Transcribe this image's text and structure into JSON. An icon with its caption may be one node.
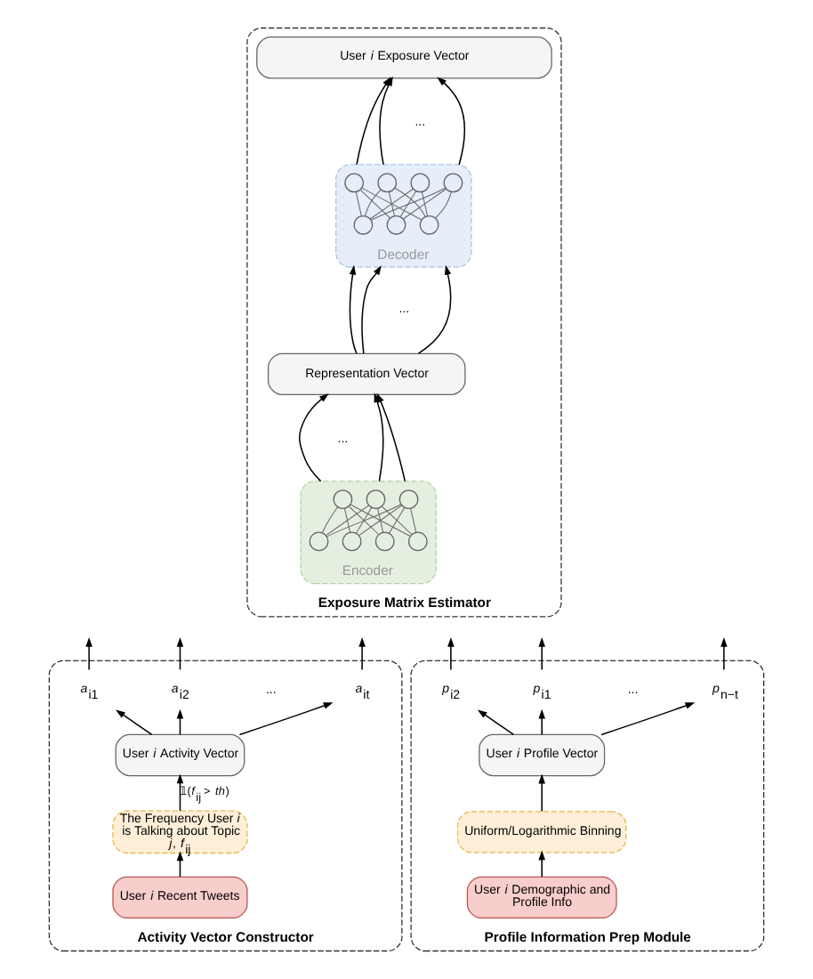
{
  "diagram": {
    "nodes": [
      {
        "text": [
          "Exposure Matrix Estimator"
        ]
      },
      {
        "text": [
          "User *i* Exposure Vector"
        ],
        "in": 0
      },
      {
        "text": [
          "Decoder"
        ],
        "in": 0
      },
      {
        "text": [],
        "shape": "circle",
        "in": 2
      },
      {
        "text": [],
        "shape": "circle",
        "in": 2
      },
      {
        "text": [],
        "shape": "circle",
        "in": 2
      },
      {
        "text": [],
        "shape": "circle",
        "in": 2
      },
      {
        "text": [],
        "shape": "circle",
        "in": 2
      },
      {
        "text": [],
        "shape": "circle",
        "in": 2
      },
      {
        "text": [],
        "shape": "circle",
        "in": 2
      },
      {
        "text": [
          "Representation Vector"
        ],
        "in": 0
      },
      {
        "text": [
          "Encoder"
        ],
        "in": 0
      },
      {
        "text": [],
        "shape": "circle",
        "in": 11
      },
      {
        "text": [],
        "shape": "circle",
        "in": 11
      },
      {
        "text": [],
        "shape": "circle",
        "in": 11
      },
      {
        "text": [],
        "shape": "circle",
        "in": 11
      },
      {
        "text": [],
        "shape": "circle",
        "in": 11
      },
      {
        "text": [],
        "shape": "circle",
        "in": 11
      },
      {
        "text": [],
        "shape": "circle",
        "in": 11
      },
      {
        "text": [
          "Activity Vector Constructor"
        ]
      },
      {
        "text": [
          "*a*$_{i1}$"
        ],
        "in": 19
      },
      {
        "text": [
          "*a*$_{i2}$"
        ],
        "in": 19
      },
      {
        "text": [
          "*a*$_{it}$"
        ],
        "in": 19
      },
      {
        "text": [
          "User *i* Activity Vector"
        ],
        "in": 19
      },
      {
        "text": [
          "The Frequency User *i* is Talking about Topic *j*, *f*$_{ij}$"
        ],
        "in": 19
      },
      {
        "text": [
          "User *i* Recent Tweets"
        ],
        "in": 19
      },
      {
        "text": [
          "Profile Information Prep Module"
        ]
      },
      {
        "text": [
          "*p*$_{i2}$"
        ],
        "in": 26
      },
      {
        "text": [
          "*p*$_{i1}$"
        ],
        "in": 26
      },
      {
        "text": [
          "*p*$_{n−t}$"
        ],
        "in": 26
      },
      {
        "text": [
          "User *i* Profile Vector"
        ],
        "in": 26
      },
      {
        "text": [
          "Uniform/Logarithmic Binning"
        ],
        "in": 26
      },
      {
        "text": [
          "User *i* Demographic and Profile Info"
        ],
        "in": 26
      }
    ],
    "edges": [
      {
        "from": 2,
        "to": 1,
        "arrow": "to",
        "color": "#000000"
      },
      {
        "from": 2,
        "to": 1,
        "arrow": "to",
        "color": "#000000"
      },
      {
        "from": 2,
        "to": 1,
        "arrow": "to",
        "color": "#000000"
      },
      {
        "from": 7,
        "to": 3,
        "arrow": "none",
        "color": "#666666"
      },
      {
        "from": 7,
        "to": 4,
        "arrow": "none",
        "color": "#666666"
      },
      {
        "from": 7,
        "to": 5,
        "arrow": "none",
        "color": "#666666"
      },
      {
        "from": 7,
        "to": 6,
        "arrow": "none",
        "color": "#666666"
      },
      {
        "from": 8,
        "to": 3,
        "arrow": "none",
        "color": "#666666"
      },
      {
        "from": 8,
        "to": 4,
        "arrow": "none",
        "color": "#666666"
      },
      {
        "from": 8,
        "to": 5,
        "arrow": "none",
        "color": "#666666"
      },
      {
        "from": 8,
        "to": 6,
        "arrow": "none",
        "color": "#666666"
      },
      {
        "from": 9,
        "to": 3,
        "arrow": "none",
        "color": "#666666"
      },
      {
        "from": 9,
        "to": 4,
        "arrow": "none",
        "color": "#666666"
      },
      {
        "from": 9,
        "to": 5,
        "arrow": "none",
        "color": "#666666"
      },
      {
        "from": 9,
        "to": 6,
        "arrow": "none",
        "color": "#666666"
      },
      {
        "from": 10,
        "to": 2,
        "arrow": "to",
        "color": "#000000"
      },
      {
        "from": 10,
        "to": 2,
        "arrow": "to",
        "color": "#000000"
      },
      {
        "from": 10,
        "to": 2,
        "arrow": "to",
        "color": "#000000"
      },
      {
        "from": 11,
        "to": 10,
        "arrow": "to",
        "color": "#000000"
      },
      {
        "from": 11,
        "to": 10,
        "arrow": "to",
        "color": "#000000"
      },
      {
        "from": 11,
        "to": 10,
        "arrow": "to",
        "color": "#000000"
      },
      {
        "from": 15,
        "to": 12,
        "arrow": "none",
        "color": "#666666"
      },
      {
        "from": 15,
        "to": 13,
        "arrow": "none",
        "color": "#666666"
      },
      {
        "from": 15,
        "to": 14,
        "arrow": "none",
        "color": "#666666"
      },
      {
        "from": 16,
        "to": 12,
        "arrow": "none",
        "color": "#666666"
      },
      {
        "from": 16,
        "to": 13,
        "arrow": "none",
        "color": "#666666"
      },
      {
        "from": 16,
        "to": 14,
        "arrow": "none",
        "color": "#666666"
      },
      {
        "from": 17,
        "to": 12,
        "arrow": "none",
        "color": "#666666"
      },
      {
        "from": 17,
        "to": 13,
        "arrow": "none",
        "color": "#666666"
      },
      {
        "from": 17,
        "to": 14,
        "arrow": "none",
        "color": "#666666"
      },
      {
        "from": 18,
        "to": 12,
        "arrow": "none",
        "color": "#666666"
      },
      {
        "from": 18,
        "to": 13,
        "arrow": "none",
        "color": "#666666"
      },
      {
        "from": 18,
        "to": 14,
        "arrow": "none",
        "color": "#666666"
      },
      {
        "from": 20,
        "to": null,
        "arrow": "to",
        "color": "#000000"
      },
      {
        "from": 21,
        "to": null,
        "arrow": "to",
        "color": "#000000"
      },
      {
        "from": 22,
        "to": null,
        "arrow": "to",
        "color": "#000000"
      },
      {
        "from": 23,
        "to": 20,
        "arrow": "to",
        "color": "#000000"
      },
      {
        "from": 23,
        "to": 21,
        "arrow": "to",
        "color": "#000000"
      },
      {
        "from": 23,
        "to": 22,
        "arrow": "to",
        "color": "#000000"
      },
      {
        "from": 24,
        "to": 23,
        "arrow": "to",
        "color": "#000000",
        "label": "𝟙(*f*$_{ij}$ > *th*)"
      },
      {
        "from": 25,
        "to": 24,
        "arrow": "to",
        "color": "#000000"
      },
      {
        "from": 27,
        "to": null,
        "arrow": "to",
        "color": "#000000"
      },
      {
        "from": 28,
        "to": null,
        "arrow": "to",
        "color": "#000000"
      },
      {
        "from": 29,
        "to": null,
        "arrow": "to",
        "color": "#000000"
      },
      {
        "from": 30,
        "to": 27,
        "arrow": "to",
        "color": "#000000"
      },
      {
        "from": 30,
        "to": 28,
        "arrow": "to",
        "color": "#000000"
      },
      {
        "from": 30,
        "to": 29,
        "arrow": "to",
        "color": "#000000"
      },
      {
        "from": 31,
        "to": 30,
        "arrow": "to",
        "color": "#000000"
      },
      {
        "from": 32,
        "to": 31,
        "arrow": "to",
        "color": "#000000"
      }
    ],
    "labels": [
      "...",
      "...",
      "...",
      "...",
      "..."
    ]
  }
}
